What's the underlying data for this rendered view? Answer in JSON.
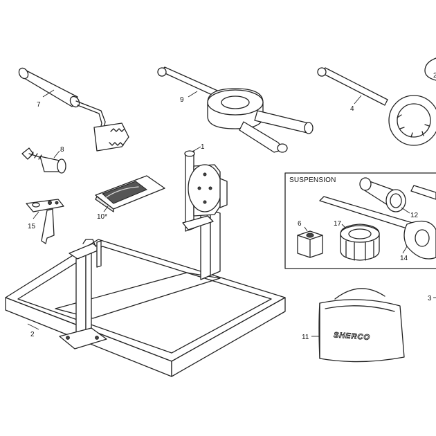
{
  "labels": {
    "n1": "1",
    "n2": "2",
    "n3": "3",
    "n4": "4",
    "n6": "6",
    "n7": "7",
    "n8": "8",
    "n9": "9",
    "n10": "10*",
    "n11": "11",
    "n12": "12",
    "n14": "14",
    "n15": "15",
    "n17": "17",
    "n2partial": "2"
  },
  "suspension_box": {
    "title": "SUSPENSION"
  },
  "bag": {
    "brand": "SHERCO"
  }
}
